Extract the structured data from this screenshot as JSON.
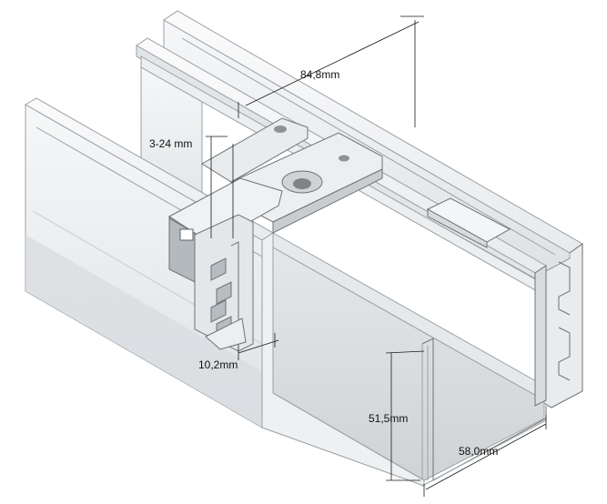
{
  "dimensions": {
    "width_top": "84,8mm",
    "clamp_range": "3-24 mm",
    "clamp_thickness": "10,2mm",
    "rail_height": "51,5mm",
    "rail_width": "58,0mm"
  },
  "colors": {
    "rail_light": "#f3f4f5",
    "rail_mid": "#dcdfe1",
    "rail_shadow": "#c4c8cb",
    "edge": "#8f959a",
    "clamp_metal": "#b9bdc1",
    "background": "#ffffff"
  }
}
